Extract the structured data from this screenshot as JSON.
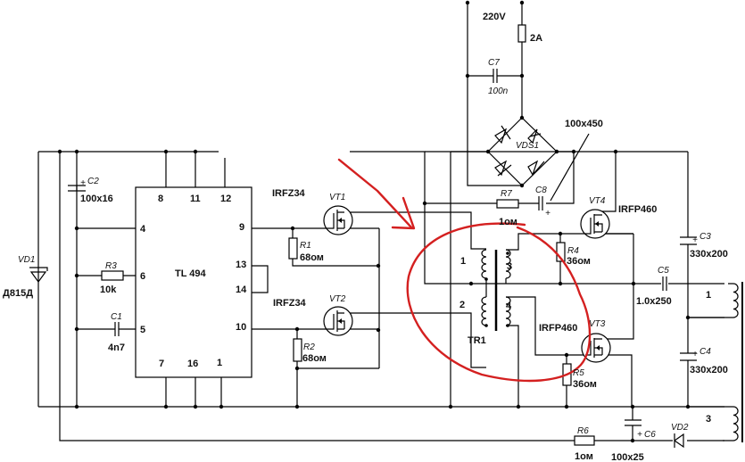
{
  "title": "TL494 half-bridge power supply schematic",
  "ic": {
    "name": "TL 494",
    "pins": {
      "p8": "8",
      "p11": "11",
      "p12": "12",
      "p4": "4",
      "p6": "6",
      "p5": "5",
      "p9": "9",
      "p13": "13",
      "p14": "14",
      "p10": "10",
      "p7": "7",
      "p16": "16",
      "p1": "1"
    }
  },
  "components": {
    "vd1": {
      "ref": "VD1",
      "value": "Д815Д"
    },
    "c2": {
      "ref": "C2",
      "value": "100x16"
    },
    "r3": {
      "ref": "R3",
      "value": "10k"
    },
    "c1": {
      "ref": "C1",
      "value": "4n7"
    },
    "vt1": {
      "ref": "VT1",
      "value": "IRFZ34"
    },
    "vt2": {
      "ref": "VT2",
      "value": "IRFZ34"
    },
    "r1": {
      "ref": "R1",
      "value": "68ом"
    },
    "r2": {
      "ref": "R2",
      "value": "68ом"
    },
    "mains": {
      "value": "220V"
    },
    "fuse": {
      "value": "2A"
    },
    "c7": {
      "ref": "C7",
      "value": "100n"
    },
    "vds1": {
      "ref": "VDS1"
    },
    "c8": {
      "ref": "C8",
      "value": "100x450"
    },
    "r7": {
      "ref": "R7",
      "value": "1ом"
    },
    "vt4": {
      "ref": "VT4",
      "value": "IRFP460"
    },
    "vt3": {
      "ref": "VT3",
      "value": "IRFP460"
    },
    "r4": {
      "ref": "R4",
      "value": "36ом"
    },
    "r5": {
      "ref": "R5",
      "value": "36ом"
    },
    "tr1": {
      "ref": "TR1",
      "w1": "1",
      "w2": "2",
      "w3": "3",
      "w4": "4"
    },
    "c5": {
      "ref": "C5",
      "value": "1.0x250"
    },
    "c3": {
      "ref": "C3",
      "value": "330x200"
    },
    "c4": {
      "ref": "C4",
      "value": "330x200"
    },
    "r6": {
      "ref": "R6",
      "value": "1ом"
    },
    "c6": {
      "ref": "C6",
      "value": "100x25"
    },
    "vd2": {
      "ref": "VD2"
    },
    "tout": {
      "w1": "1",
      "w3": "3"
    }
  },
  "colors": {
    "annotation": "#d42020",
    "wire": "#000000"
  }
}
